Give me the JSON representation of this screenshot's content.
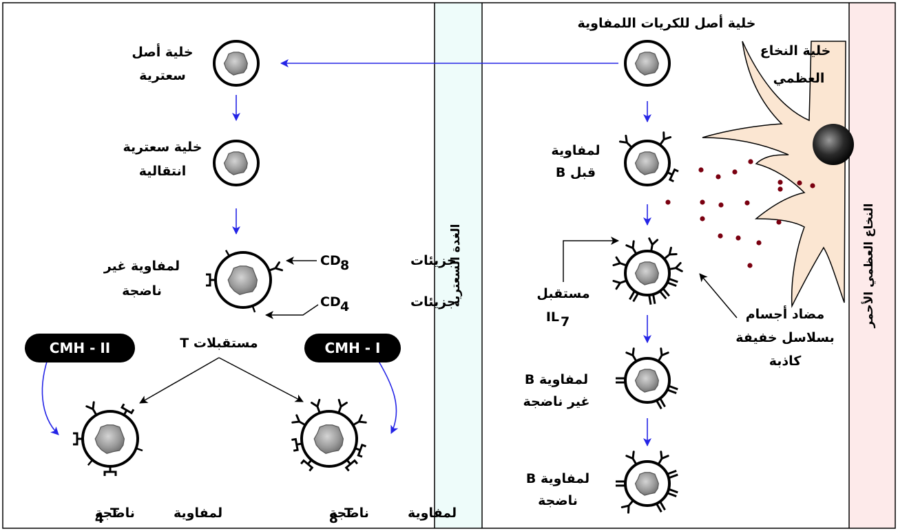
{
  "colors": {
    "thymus_band": "#eefcfa",
    "marrow_band": "#fdeaea",
    "arrow_blue": "#2424e6",
    "pill_fill": "#000000",
    "marrow_cell_fill": "#fbe6d2",
    "dot_color": "#7a0010"
  },
  "panels": {
    "thymus_label": "الغدة السعترية",
    "marrow_label": "النخاع العظمي الأحمر"
  },
  "b_lineage": {
    "stem_cell": "خلية أصل للكريات اللمفاوية",
    "marrow_cell_l1": "خلية النخاع",
    "marrow_cell_l2": "العظمي",
    "pre_b_l1": "لمفاوية",
    "pre_b_l2": "قبل B",
    "il7_l1": "مستقبل",
    "il7_l2": "IL",
    "il7_sub": "7",
    "surrogate_l1": "مضاد أجسام",
    "surrogate_l2": "بسلاسل خفيفة",
    "surrogate_l3": "كاذبة",
    "immature_b_l1": "لمفاوية B",
    "immature_b_l2": "غير ناضجة",
    "mature_b_l1": "لمفاوية B",
    "mature_b_l2": "ناضجة"
  },
  "t_lineage": {
    "thymic_stem_l1": "خلية أصل",
    "thymic_stem_l2": "سعترية",
    "transitional_l1": "خلية سعترية",
    "transitional_l2": "انتقالية",
    "immature_t_l1": "لمفاوية غير",
    "immature_t_l2": "ناضجة",
    "cd8_prefix": "جزيئات",
    "cd8_base": "CD",
    "cd8_sub": "8",
    "cd4_prefix": "جزيئات",
    "cd4_base": "CD",
    "cd4_sub": "4",
    "tcr_label": "مستقبلات T",
    "cmh1": "CMH - I",
    "cmh2": "CMH - II",
    "t8_word": "لمفاوية",
    "t8_base": "T",
    "t8_sub": "8",
    "t8_suffix": "ناضجة",
    "t4_word": "لمفاوية",
    "t4_base": "T",
    "t4_sub": "4",
    "t4_suffix": "ناضجة"
  }
}
